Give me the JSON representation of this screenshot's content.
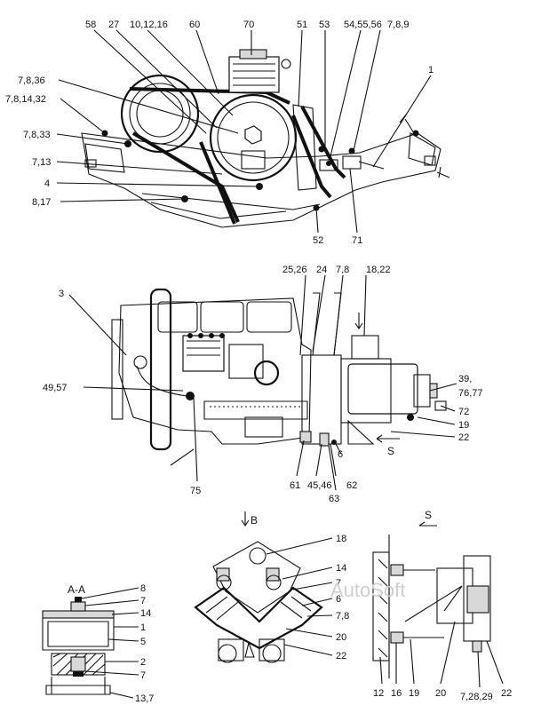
{
  "watermark": "AutoSoft",
  "top_view": {
    "labels": [
      "58",
      "27",
      "10,12,16",
      "60",
      "70",
      "51",
      "53",
      "54,55,56",
      "7,8,9",
      "1",
      "7,8,36",
      "7,8,14,32",
      "7,8,33",
      "7,13",
      "4",
      "8,17",
      "52",
      "71"
    ]
  },
  "side_view": {
    "labels": [
      "3",
      "25,26",
      "24",
      "7,8",
      "18,22",
      "49,57",
      "39,",
      "76,77",
      "72",
      "19",
      "22",
      "75",
      "61",
      "45,46",
      "62",
      "6",
      "63"
    ],
    "marker_s": "S"
  },
  "detail_b": {
    "title": "B",
    "labels": [
      "18",
      "14",
      "7",
      "6",
      "7,8",
      "20",
      "22"
    ]
  },
  "detail_s": {
    "title": "S",
    "labels": [
      "12",
      "16",
      "19",
      "20",
      "7,28,29",
      "22"
    ]
  },
  "section_aa": {
    "title": "A-A",
    "labels": [
      "8",
      "7",
      "14",
      "1",
      "5",
      "2",
      "7",
      "13,7"
    ]
  }
}
